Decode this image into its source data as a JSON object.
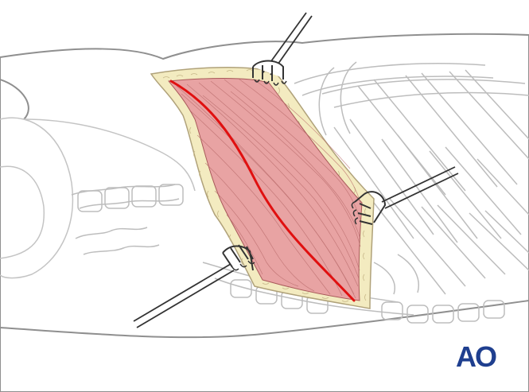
{
  "logo": {
    "text": "AO"
  },
  "colors": {
    "background": "#ffffff",
    "outline": "#b9b9b9",
    "body_outline": "#8f8f8f",
    "fat": "#f3ebc0",
    "fat_edge": "#c8b98a",
    "muscle": "#e8a3a3",
    "muscle_fiber": "#b86a6a",
    "incision_line": "#e01010",
    "retractor": "#333333",
    "logo": "#1f3f8f"
  },
  "icons": {
    "retractor": "four-prong-surgical-retractor",
    "logo": "ao-foundation-logo"
  }
}
